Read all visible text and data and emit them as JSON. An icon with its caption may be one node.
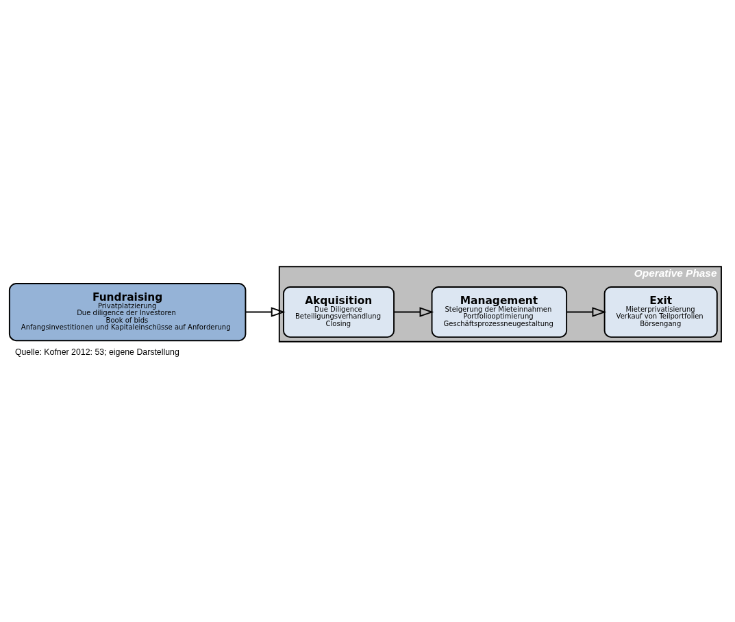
{
  "diagram": {
    "caption": "Quelle: Kofner 2012: 53; eigene Darstellung",
    "nodes": [
      {
        "text": [
          "Operative Phase"
        ]
      },
      {
        "text": [
          "Fundraising",
          "Privatplatzierung",
          "Due diligence der Investoren",
          "Book of bids",
          "Anfangsinvestitionen und Kapitaleinschüsse auf Anforderung"
        ]
      },
      {
        "text": [
          "Akquisition",
          "Due Diligence",
          "Beteiligungsverhandlung",
          "Closing"
        ],
        "in": 0
      },
      {
        "text": [
          "Management",
          "Steigerung der Mieteinnahmen",
          "Portfoliooptimierung",
          "Geschäftsprozessneugestaltung"
        ],
        "in": 0
      },
      {
        "text": [
          "Exit",
          "Mieterprivatisierung",
          "Verkauf von Teilportfolien",
          "Börsengang"
        ],
        "in": 0
      }
    ],
    "edges": [
      {
        "from": 1,
        "to": 2,
        "arrow": "to"
      },
      {
        "from": 2,
        "to": 3,
        "arrow": "to"
      },
      {
        "from": 3,
        "to": 4,
        "arrow": "to"
      }
    ]
  }
}
